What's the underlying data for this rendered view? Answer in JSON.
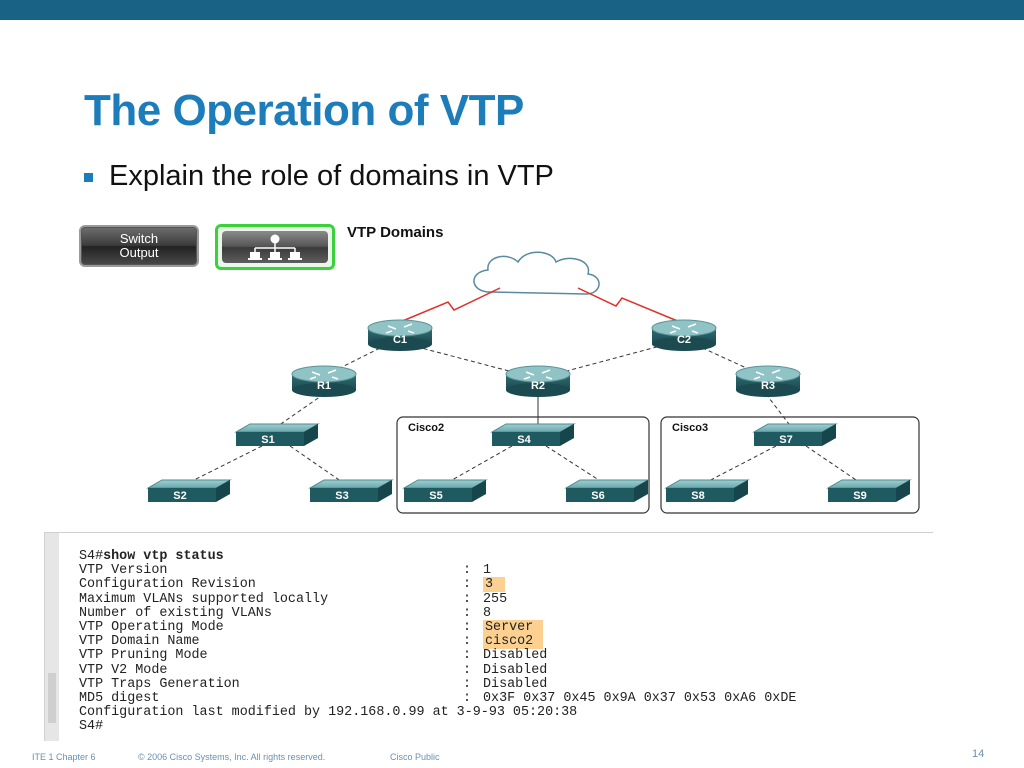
{
  "slide": {
    "title": "The Operation of VTP",
    "bullet": "Explain the role of domains in VTP"
  },
  "buttons": {
    "switch_output_line1": "Switch",
    "switch_output_line2": "Output"
  },
  "diagram": {
    "title": "VTP Domains",
    "routers": [
      "C1",
      "C2",
      "R1",
      "R2",
      "R3"
    ],
    "switches": [
      "S1",
      "S2",
      "S3",
      "S4",
      "S5",
      "S6",
      "S7",
      "S8",
      "S9"
    ],
    "domains": [
      "Cisco2",
      "Cisco3"
    ]
  },
  "terminal": {
    "prompt": "S4#",
    "command": "show vtp status",
    "rows": [
      {
        "label": "VTP Version",
        "value": "1",
        "highlight": false
      },
      {
        "label": "Configuration Revision",
        "value": "3",
        "highlight": true
      },
      {
        "label": "Maximum VLANs supported locally",
        "value": "255",
        "highlight": false
      },
      {
        "label": "Number of existing VLANs",
        "value": "8",
        "highlight": false
      },
      {
        "label": "VTP Operating Mode",
        "value": "Server",
        "highlight": true
      },
      {
        "label": "VTP Domain Name",
        "value": "cisco2",
        "highlight": true
      },
      {
        "label": "VTP Pruning Mode",
        "value": "Disabled",
        "highlight": false
      },
      {
        "label": "VTP V2 Mode",
        "value": "Disabled",
        "highlight": false
      },
      {
        "label": "VTP Traps Generation",
        "value": "Disabled",
        "highlight": false
      },
      {
        "label": "MD5 digest",
        "value": "0x3F 0x37 0x45 0x9A 0x37 0x53 0xA6 0xDE",
        "highlight": false
      }
    ],
    "last_modified": "Configuration last modified by 192.168.0.99 at 3-9-93 05:20:38",
    "end_prompt": "S4#"
  },
  "footer": {
    "course": "ITE 1 Chapter 6",
    "copyright": "© 2006 Cisco Systems, Inc. All rights reserved.",
    "classification": "Cisco Public",
    "page": "14"
  },
  "colors": {
    "title_blue": "#1d7dba",
    "top_bar": "#1a6285",
    "highlight": "#fbd090",
    "serial_link": "#e0302a",
    "active_button": "#3bd13b"
  }
}
